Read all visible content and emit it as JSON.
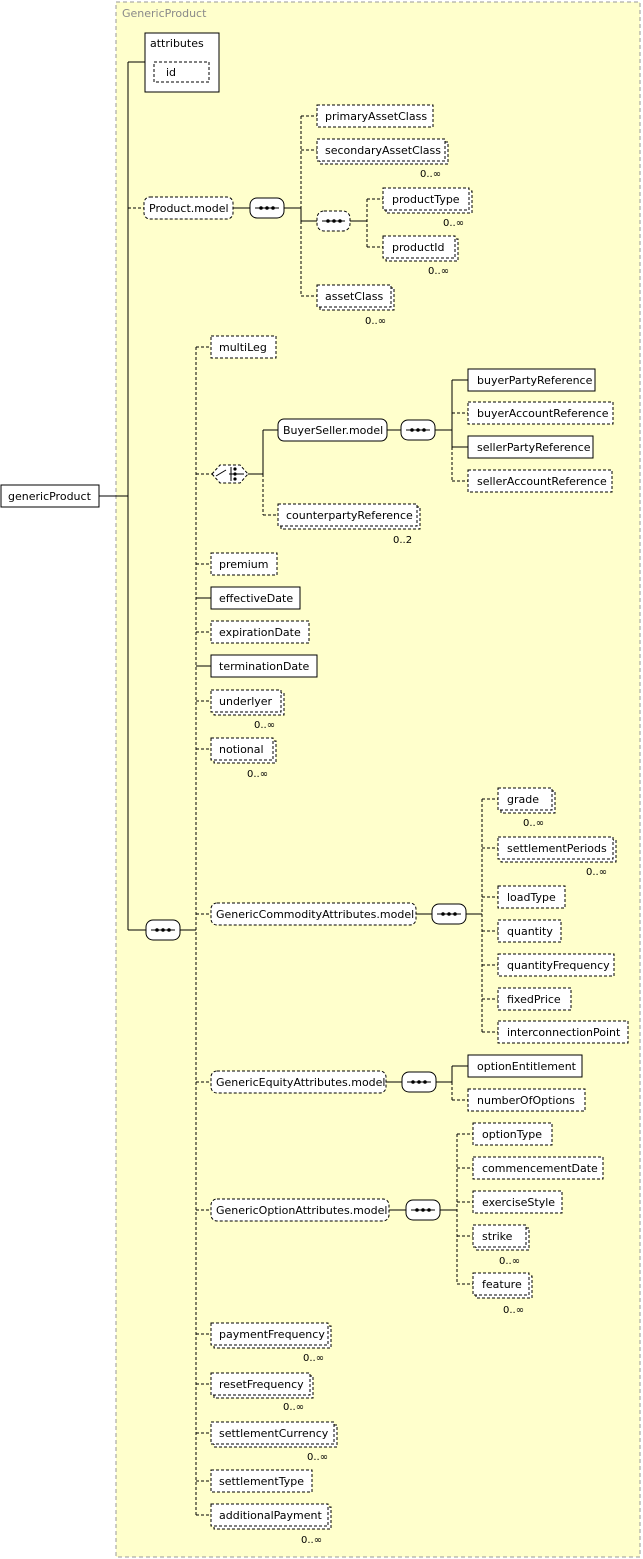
{
  "diagram": {
    "title": "GenericProduct",
    "root": "genericProduct",
    "attributes": {
      "label": "attributes",
      "id": "id"
    },
    "product_model": {
      "label": "Product.model",
      "primaryAssetClass": "primaryAssetClass",
      "secondaryAssetClass": "secondaryAssetClass",
      "secondaryAssetClass_occ": "0..∞",
      "productType": "productType",
      "productType_occ": "0..∞",
      "productId": "productId",
      "productId_occ": "0..∞",
      "assetClass": "assetClass",
      "assetClass_occ": "0..∞"
    },
    "multiLeg": "multiLeg",
    "buyerseller": {
      "label": "BuyerSeller.model",
      "buyerPartyReference": "buyerPartyReference",
      "buyerAccountReference": "buyerAccountReference",
      "sellerPartyReference": "sellerPartyReference",
      "sellerAccountReference": "sellerAccountReference",
      "counterpartyReference": "counterpartyReference",
      "counterpartyReference_occ": "0..2"
    },
    "premium": "premium",
    "effectiveDate": "effectiveDate",
    "expirationDate": "expirationDate",
    "terminationDate": "terminationDate",
    "underlyer": "underlyer",
    "underlyer_occ": "0..∞",
    "notional": "notional",
    "notional_occ": "0..∞",
    "commodity": {
      "label": "GenericCommodityAttributes.model",
      "grade": "grade",
      "grade_occ": "0..∞",
      "settlementPeriods": "settlementPeriods",
      "settlementPeriods_occ": "0..∞",
      "loadType": "loadType",
      "quantity": "quantity",
      "quantityFrequency": "quantityFrequency",
      "fixedPrice": "fixedPrice",
      "interconnectionPoint": "interconnectionPoint"
    },
    "equity": {
      "label": "GenericEquityAttributes.model",
      "optionEntitlement": "optionEntitlement",
      "numberOfOptions": "numberOfOptions"
    },
    "option": {
      "label": "GenericOptionAttributes.model",
      "optionType": "optionType",
      "commencementDate": "commencementDate",
      "exerciseStyle": "exerciseStyle",
      "strike": "strike",
      "strike_occ": "0..∞",
      "feature": "feature",
      "feature_occ": "0..∞"
    },
    "paymentFrequency": "paymentFrequency",
    "paymentFrequency_occ": "0..∞",
    "resetFrequency": "resetFrequency",
    "resetFrequency_occ": "0..∞",
    "settlementCurrency": "settlementCurrency",
    "settlementCurrency_occ": "0..∞",
    "settlementType": "settlementType",
    "additionalPayment": "additionalPayment",
    "additionalPayment_occ": "0..∞"
  }
}
